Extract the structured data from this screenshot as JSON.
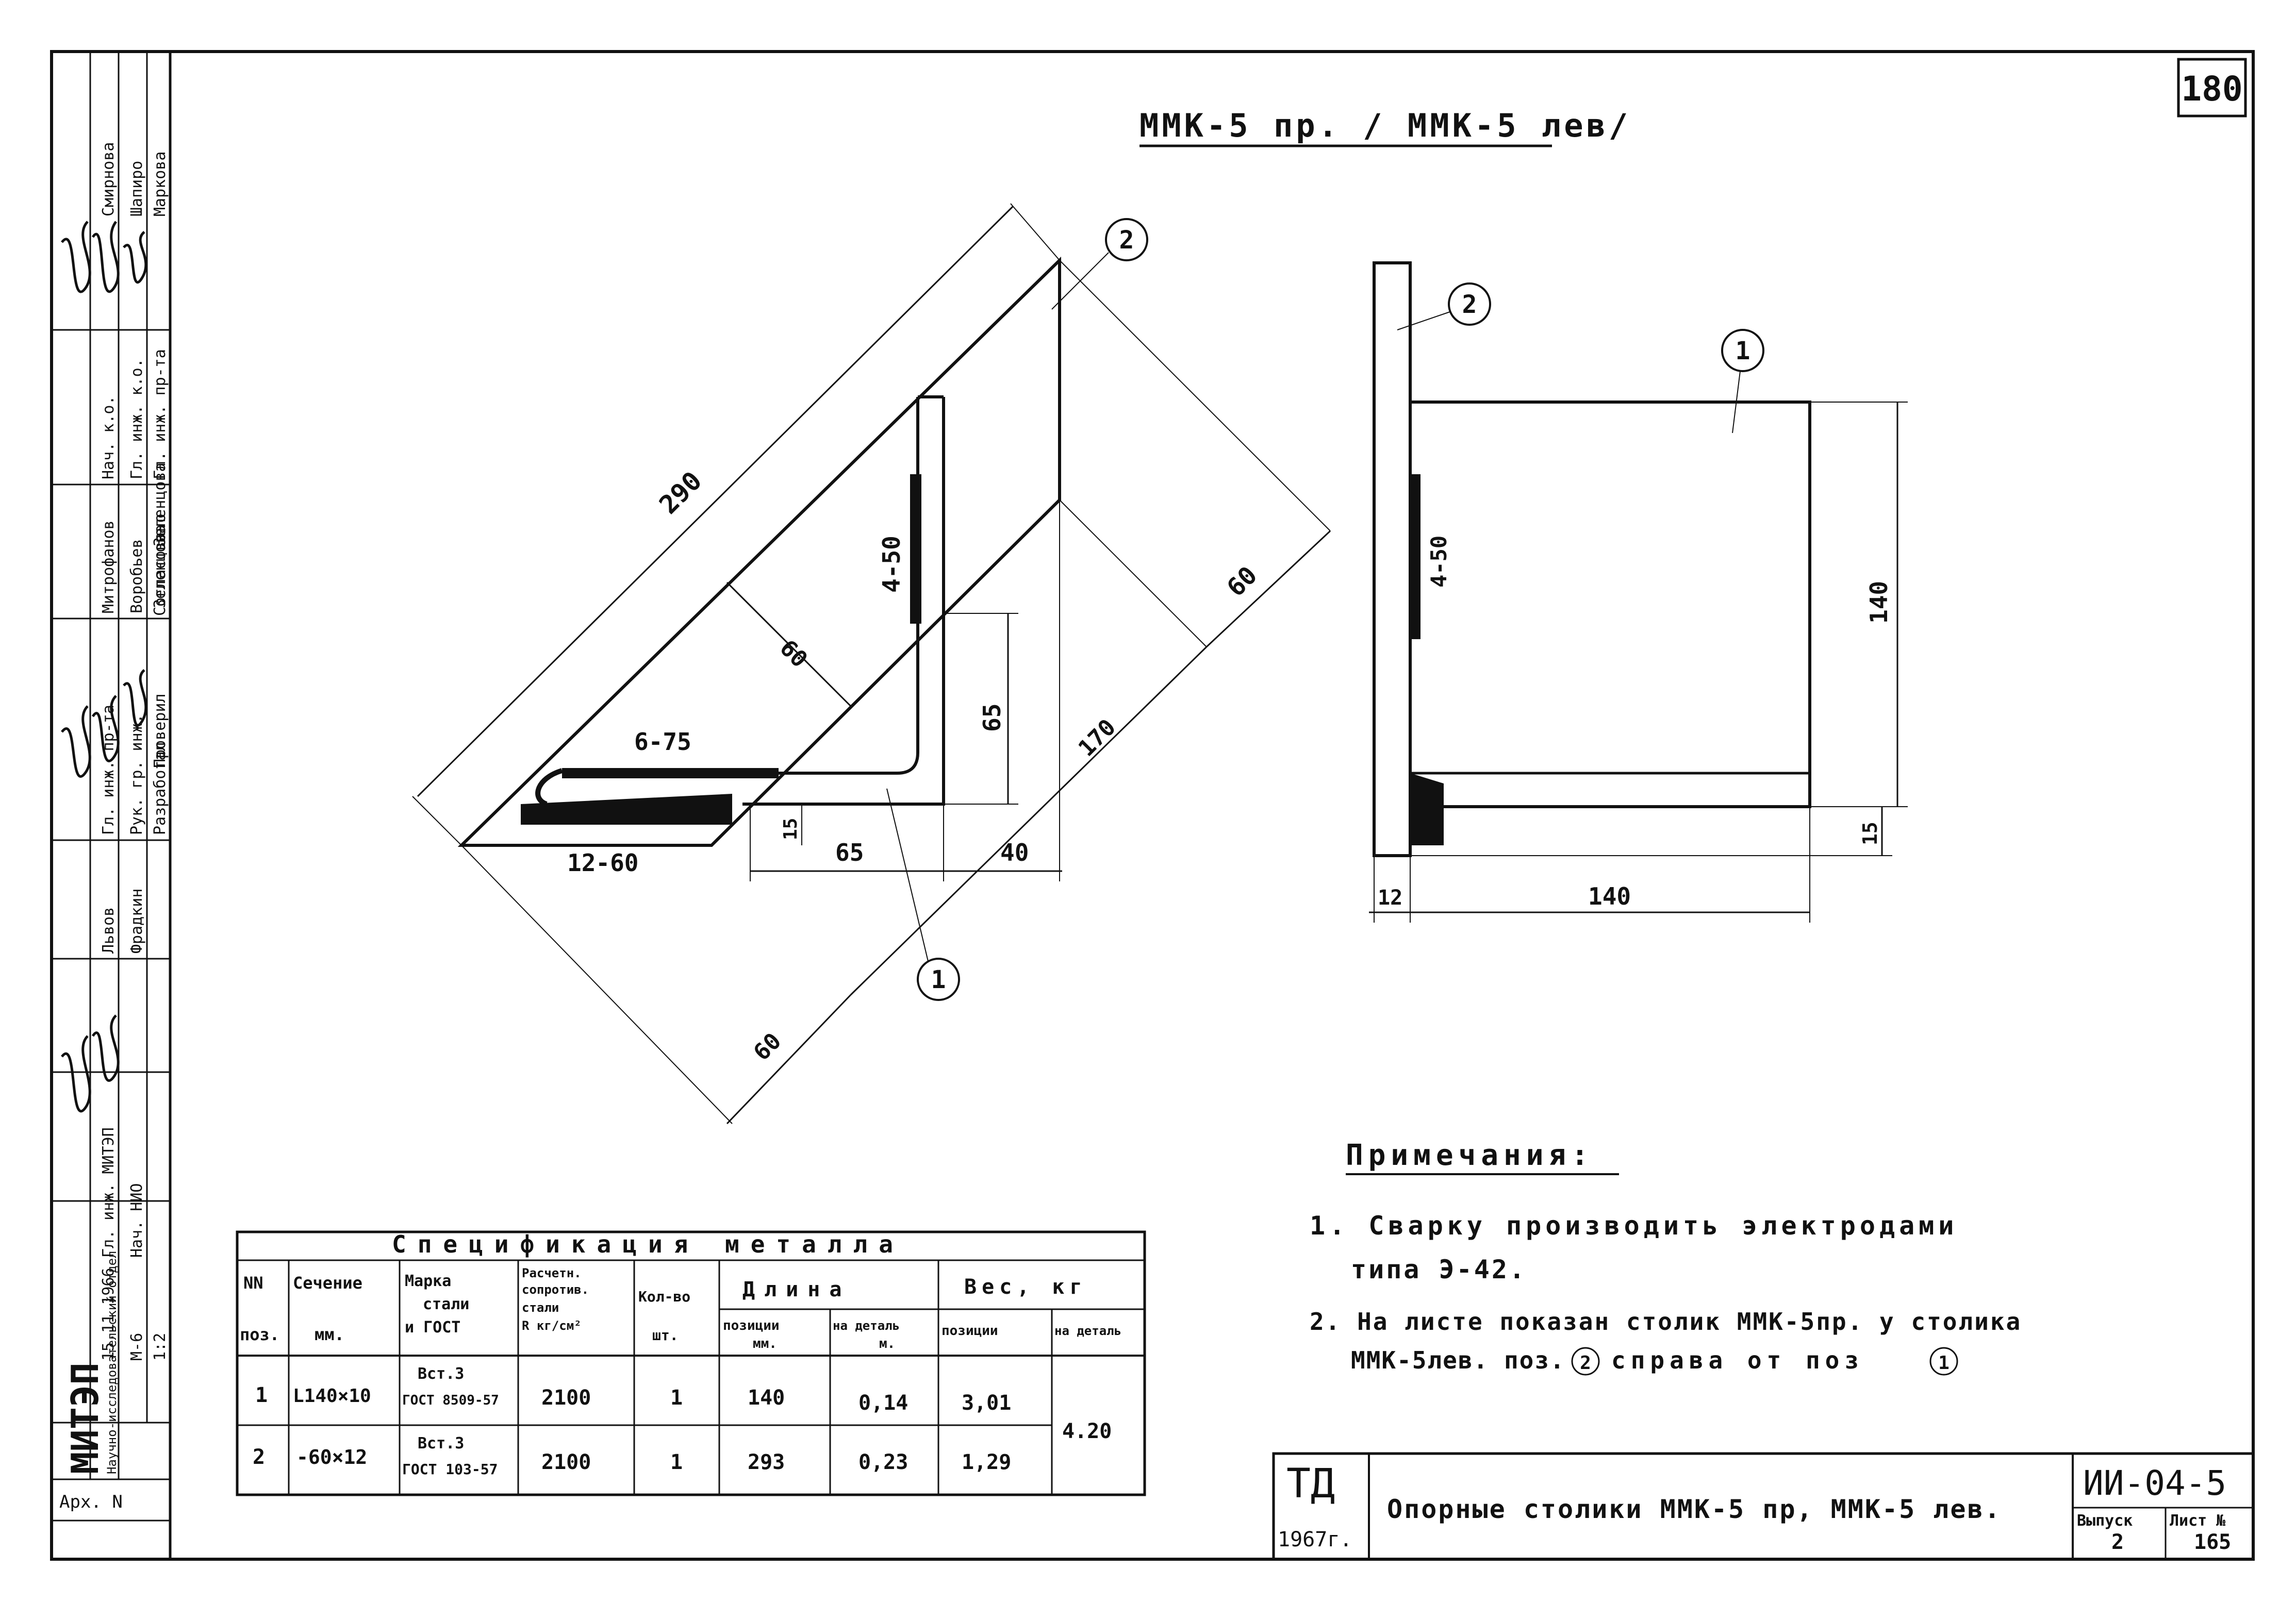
{
  "sheet": {
    "page_number": "180",
    "title": "ММК-5 пр. / ММК-5 лев/"
  },
  "drawing": {
    "dims_left": {
      "diag": "290",
      "weld_leg": "60",
      "gap": "65",
      "len_170": "170",
      "side_60": "60",
      "bottom_60": "60",
      "d15": "15",
      "d65": "65",
      "d40": "40",
      "weld_4_50": "4-50",
      "weld_6_75": "6-75",
      "weld_12_60": "12-60"
    },
    "dims_right": {
      "weld_4_50": "4-50",
      "h140": "140",
      "w12": "12",
      "w140": "140",
      "h15": "15"
    },
    "callouts": {
      "pos1": "1",
      "pos2": "2"
    }
  },
  "notes": {
    "title": "Примечания:",
    "line1": "1. Сварку производить электродами",
    "line1b": "типа Э-42.",
    "line2a": "2. На листе показан столик ММК-5пр. у столика",
    "line2b": "ММК-5лев. поз.",
    "line2c": "справа от поз",
    "ref2": "2",
    "ref1": "1"
  },
  "spec": {
    "title": "Спецификация металла",
    "headers": {
      "nn": "NN",
      "poz": "поз.",
      "sech1": "Сечение",
      "sech2": "мм.",
      "marka1": "Марка",
      "marka2": "стали",
      "marka3": "и ГОСТ",
      "rasch1": "Расчетн.",
      "rasch2": "сопротив.",
      "rasch3": "стали",
      "rasch4": "R кг/см²",
      "kol1": "Кол-во",
      "kol2": "шт.",
      "dlina": "Длина",
      "dlina_poz1": "позиции",
      "dlina_poz2": "мм.",
      "dlina_det1": "на деталь",
      "dlina_det2": "м.",
      "ves": "Вес, кг",
      "ves_poz": "позиции",
      "ves_det": "на деталь"
    },
    "rows": [
      {
        "poz": "1",
        "sech": "L140×10",
        "marka1": "Вст.3",
        "marka2": "ГОСТ 8509-57",
        "rasch": "2100",
        "kol": "1",
        "dl_poz": "140",
        "dl_det": "0,14",
        "ves_poz": "3,01"
      },
      {
        "poz": "2",
        "sech": "-60×12",
        "marka1": "Вст.3",
        "marka2": "ГОСТ 103-57",
        "rasch": "2100",
        "kol": "1",
        "dl_poz": "293",
        "dl_det": "0,23",
        "ves_poz": "1,29"
      }
    ],
    "ves_det_total": "4.20"
  },
  "titleblock": {
    "td": "ТД",
    "year": "1967г.",
    "name": "Опорные столики ММК-5 пр, ММК-5 лев.",
    "code": "ИИ-04-5",
    "vypusk_label": "Выпуск",
    "vypusk": "2",
    "list_label": "Лист №",
    "list": "165"
  },
  "sidebar": {
    "org": "МИТЭП",
    "dept": "Научно-исследовательский отдел",
    "arch": "Арх. N",
    "date": "15.11 1966",
    "sheet_no": "М-6",
    "scale": "1:2",
    "roles": [
      "Гл. инж. МИТЭП",
      "Нач. НИО",
      "Гл. инж. пр-та",
      "Рук. гр. инж.",
      "Разработал",
      "Проверил",
      "Согласовано",
      "Нач. к.о.",
      "Гл. инж. к.о.",
      "Гл. инж. пр-та"
    ],
    "names": [
      "Львов",
      "Фрадкин",
      "Митрофанов",
      "Воробьев",
      "Зеленцова",
      "Зеленцова",
      "Смирнова",
      "Шапиро",
      "Маркова"
    ]
  }
}
